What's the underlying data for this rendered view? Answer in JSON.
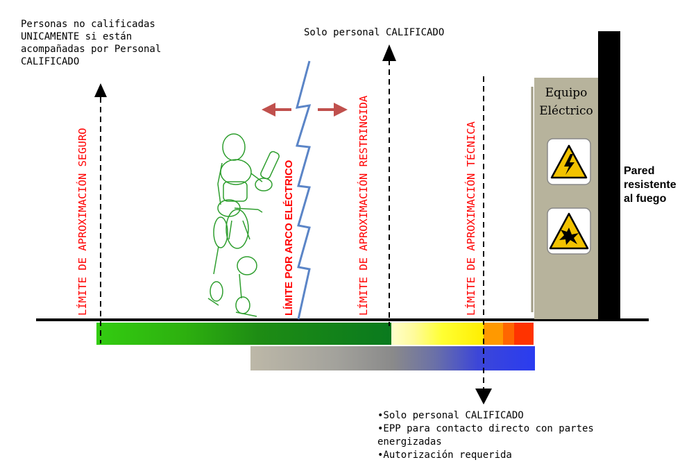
{
  "top_left_note": {
    "line1": "Personas no calificadas",
    "line2": "UNICAMENTE si están",
    "line3": "acompañadas por Personal",
    "line4": "CALIFICADO"
  },
  "top_center_note": "Solo personal CALIFICADO",
  "boundaries": {
    "seguro": "LÍMITE DE APROXIMACIÓN SEGURO",
    "arco": "LÍMITE POR ARCO ELÉCTRICO",
    "restringida": "LÍMITE DE APROXIMACIÓN RESTRINGIDA",
    "tecnica": "LÍMITE DE APROXIMACIÓN TÉCNICA"
  },
  "equipment": {
    "line1": "Equipo",
    "line2": "Eléctrico",
    "icons": [
      "high-voltage-warning-icon",
      "explosion-warning-icon"
    ]
  },
  "wall": {
    "line1": "Pared",
    "line2": "resistente",
    "line3": "al fuego"
  },
  "bottom_notes": {
    "line1": "•Solo personal CALIFICADO",
    "line2": "•EPP para contacto directo con partes",
    "line3": "energizadas",
    "line4": "•Autorización requerida"
  },
  "colors": {
    "boundary_text": "#ff0000",
    "arc_line": "#5b85c7",
    "arrow": "#c0504d",
    "figure": "#2e9e2e",
    "equipment_panel": "#b7b39c",
    "wall": "#000000"
  }
}
